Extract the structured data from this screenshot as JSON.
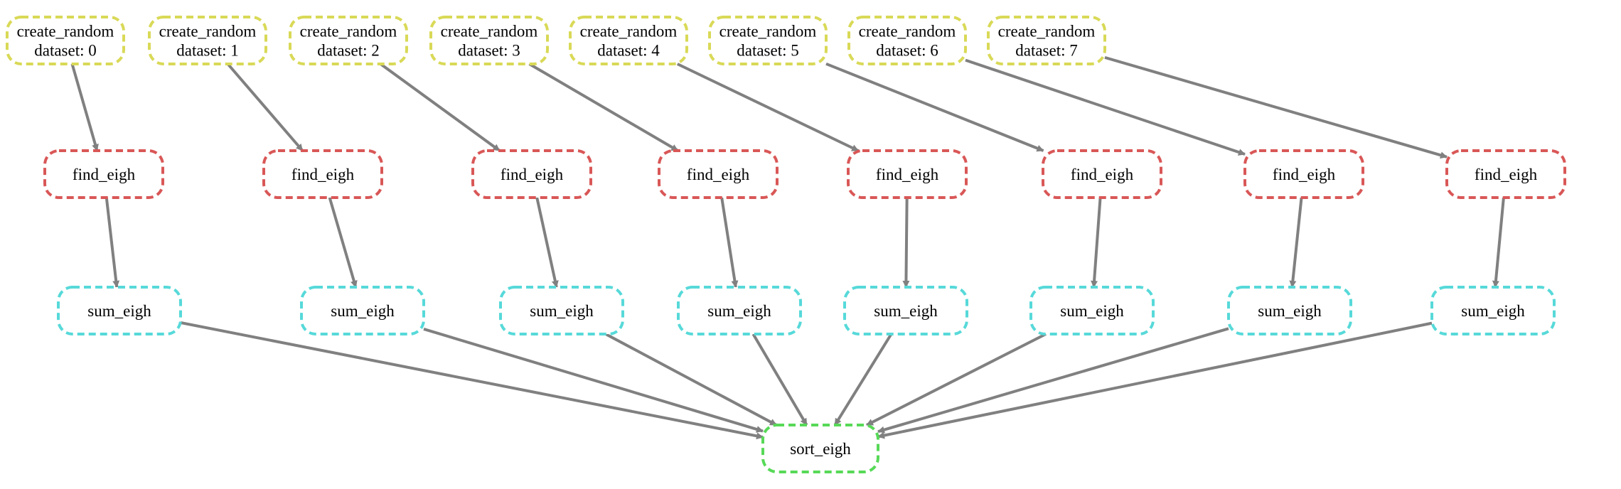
{
  "colors": {
    "create_random": "#d9d957",
    "find_eigh": "#d95757",
    "sum_eigh": "#57d9d9",
    "sort_eigh": "#57d957",
    "edge": "#808080"
  },
  "nodes": {
    "create_random": [
      {
        "line1": "create_random",
        "line2": "dataset: 0"
      },
      {
        "line1": "create_random",
        "line2": "dataset: 1"
      },
      {
        "line1": "create_random",
        "line2": "dataset: 2"
      },
      {
        "line1": "create_random",
        "line2": "dataset: 3"
      },
      {
        "line1": "create_random",
        "line2": "dataset: 4"
      },
      {
        "line1": "create_random",
        "line2": "dataset: 5"
      },
      {
        "line1": "create_random",
        "line2": "dataset: 6"
      },
      {
        "line1": "create_random",
        "line2": "dataset: 7"
      }
    ],
    "find_eigh": [
      {
        "label": "find_eigh"
      },
      {
        "label": "find_eigh"
      },
      {
        "label": "find_eigh"
      },
      {
        "label": "find_eigh"
      },
      {
        "label": "find_eigh"
      },
      {
        "label": "find_eigh"
      },
      {
        "label": "find_eigh"
      },
      {
        "label": "find_eigh"
      }
    ],
    "sum_eigh": [
      {
        "label": "sum_eigh"
      },
      {
        "label": "sum_eigh"
      },
      {
        "label": "sum_eigh"
      },
      {
        "label": "sum_eigh"
      },
      {
        "label": "sum_eigh"
      },
      {
        "label": "sum_eigh"
      },
      {
        "label": "sum_eigh"
      },
      {
        "label": "sum_eigh"
      }
    ],
    "sort_eigh": {
      "label": "sort_eigh"
    }
  },
  "edges": [
    {
      "from": "create_random.0",
      "to": "find_eigh.0"
    },
    {
      "from": "create_random.1",
      "to": "find_eigh.1"
    },
    {
      "from": "create_random.2",
      "to": "find_eigh.2"
    },
    {
      "from": "create_random.3",
      "to": "find_eigh.3"
    },
    {
      "from": "create_random.4",
      "to": "find_eigh.4"
    },
    {
      "from": "create_random.5",
      "to": "find_eigh.5"
    },
    {
      "from": "create_random.6",
      "to": "find_eigh.6"
    },
    {
      "from": "create_random.7",
      "to": "find_eigh.7"
    },
    {
      "from": "find_eigh.0",
      "to": "sum_eigh.0"
    },
    {
      "from": "find_eigh.1",
      "to": "sum_eigh.1"
    },
    {
      "from": "find_eigh.2",
      "to": "sum_eigh.2"
    },
    {
      "from": "find_eigh.3",
      "to": "sum_eigh.3"
    },
    {
      "from": "find_eigh.4",
      "to": "sum_eigh.4"
    },
    {
      "from": "find_eigh.5",
      "to": "sum_eigh.5"
    },
    {
      "from": "find_eigh.6",
      "to": "sum_eigh.6"
    },
    {
      "from": "find_eigh.7",
      "to": "sum_eigh.7"
    },
    {
      "from": "sum_eigh.0",
      "to": "sort_eigh"
    },
    {
      "from": "sum_eigh.1",
      "to": "sort_eigh"
    },
    {
      "from": "sum_eigh.2",
      "to": "sort_eigh"
    },
    {
      "from": "sum_eigh.3",
      "to": "sort_eigh"
    },
    {
      "from": "sum_eigh.4",
      "to": "sort_eigh"
    },
    {
      "from": "sum_eigh.5",
      "to": "sort_eigh"
    },
    {
      "from": "sum_eigh.6",
      "to": "sort_eigh"
    },
    {
      "from": "sum_eigh.7",
      "to": "sort_eigh"
    }
  ]
}
